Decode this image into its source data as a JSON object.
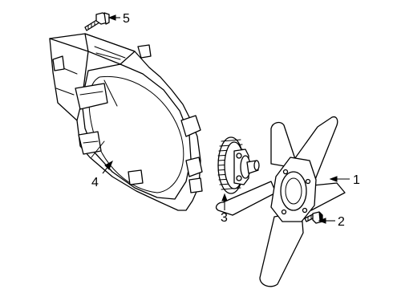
{
  "diagram": {
    "callouts": [
      {
        "id": "fan-blade",
        "label": "1"
      },
      {
        "id": "fan-bolt",
        "label": "2"
      },
      {
        "id": "fan-clutch",
        "label": "3"
      },
      {
        "id": "fan-shroud",
        "label": "4"
      },
      {
        "id": "shroud-bolt",
        "label": "5"
      }
    ],
    "colors": {
      "line": "#000000",
      "background": "#ffffff"
    }
  }
}
